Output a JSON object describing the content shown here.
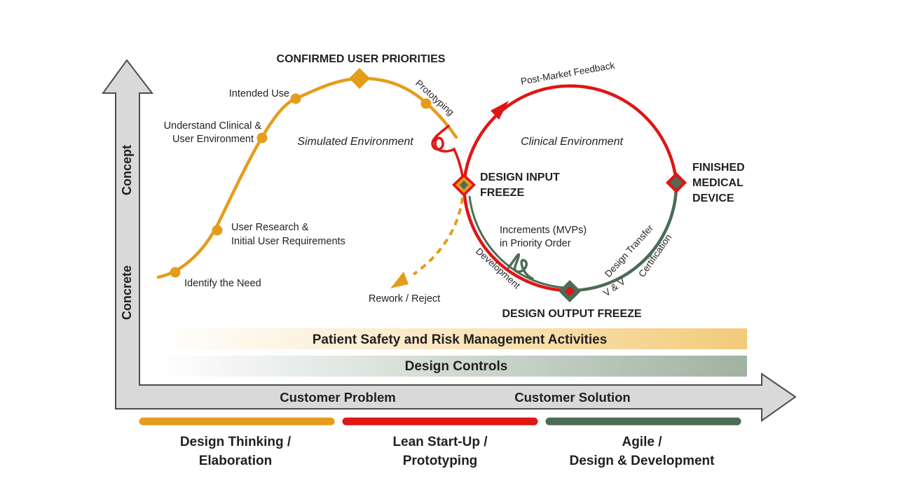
{
  "axes": {
    "y_top": "Concept",
    "y_bottom": "Concrete",
    "x_left": "Customer Problem",
    "x_right": "Customer Solution"
  },
  "labels": {
    "identify_need": "Identify the Need",
    "user_research_1": "User Research &",
    "user_research_2": "Initial User Requirements",
    "understand_1": "Understand Clinical &",
    "understand_2": "User Environment",
    "intended_use": "Intended Use",
    "confirmed": "CONFIRMED USER PRIORITIES",
    "prototyping": "Prototyping",
    "simulated": "Simulated Environment",
    "post_market": "Post-Market Feedback",
    "clinical": "Clinical Environment",
    "design_input_1": "DESIGN INPUT",
    "design_input_2": "FREEZE",
    "finished_1": "FINISHED",
    "finished_2": "MEDICAL",
    "finished_3": "DEVICE",
    "increments_1": "Increments (MVPs)",
    "increments_2": "in Priority Order",
    "development": "Development",
    "design_transfer": "Design Transfer",
    "certification": "Certification",
    "vv": "V & V",
    "design_output": "DESIGN OUTPUT FREEZE",
    "rework": "Rework / Reject"
  },
  "bands": {
    "patient_safety": "Patient Safety and Risk Management Activities",
    "design_controls": "Design Controls"
  },
  "phases": [
    {
      "line1": "Design Thinking /",
      "line2": "Elaboration",
      "color": "#e49d1b"
    },
    {
      "line1": "Lean Start-Up /",
      "line2": "Prototyping",
      "color": "#e01515"
    },
    {
      "line1": "Agile /",
      "line2": "Design & Development",
      "color": "#4e6b55"
    }
  ],
  "colors": {
    "orange": "#e49d1b",
    "red": "#e01515",
    "green": "#4e6b55",
    "arrow_fill": "#d9d9d9",
    "arrow_stroke": "#4d4d4d"
  }
}
